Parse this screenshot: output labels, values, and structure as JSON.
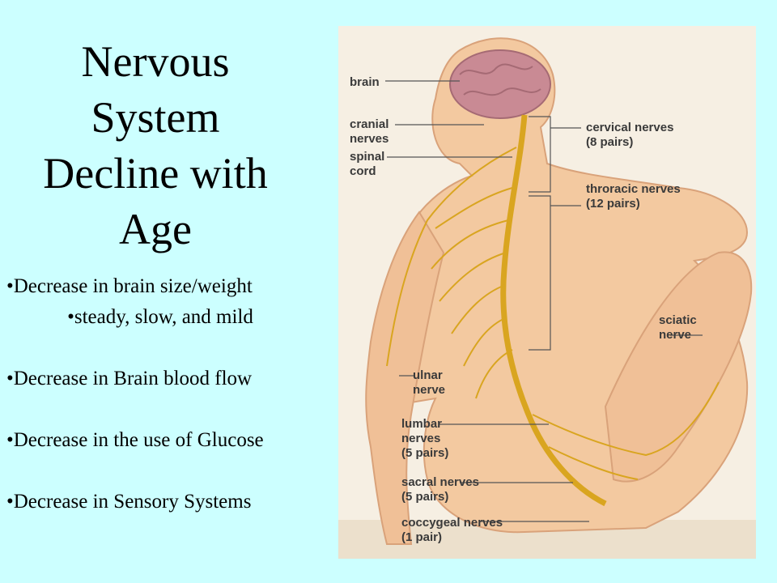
{
  "slide": {
    "title_lines": [
      "Nervous",
      "System",
      "Decline with",
      "Age"
    ],
    "bullets": [
      "•Decrease in brain size/weight",
      "•steady, slow, and mild",
      "•Decrease in Brain blood flow",
      "•Decrease in the use of Glucose",
      "•Decrease in Sensory Systems"
    ]
  },
  "figure": {
    "labels": {
      "brain": "brain",
      "cranial_1": "cranial",
      "cranial_2": "nerves",
      "spinal_1": "spinal",
      "spinal_2": "cord",
      "cervical_1": "cervical nerves",
      "cervical_2": "(8 pairs)",
      "thoracic_1": "throracic nerves",
      "thoracic_2": "(12 pairs)",
      "sciatic_1": "sciatic",
      "sciatic_2": "nerve",
      "ulnar_1": "ulnar",
      "ulnar_2": "nerve",
      "lumbar_1": "lumbar",
      "lumbar_2": "nerves",
      "lumbar_3": "(5 pairs)",
      "sacral_1": "sacral nerves",
      "sacral_2": "(5 pairs)",
      "coccygeal_1": "coccygeal nerves",
      "coccygeal_2": "(1 pair)"
    }
  },
  "colors": {
    "background": "#ccffff",
    "skin": "#f3c9a0",
    "nerve": "#d9a520",
    "brain": "#c98a94"
  }
}
